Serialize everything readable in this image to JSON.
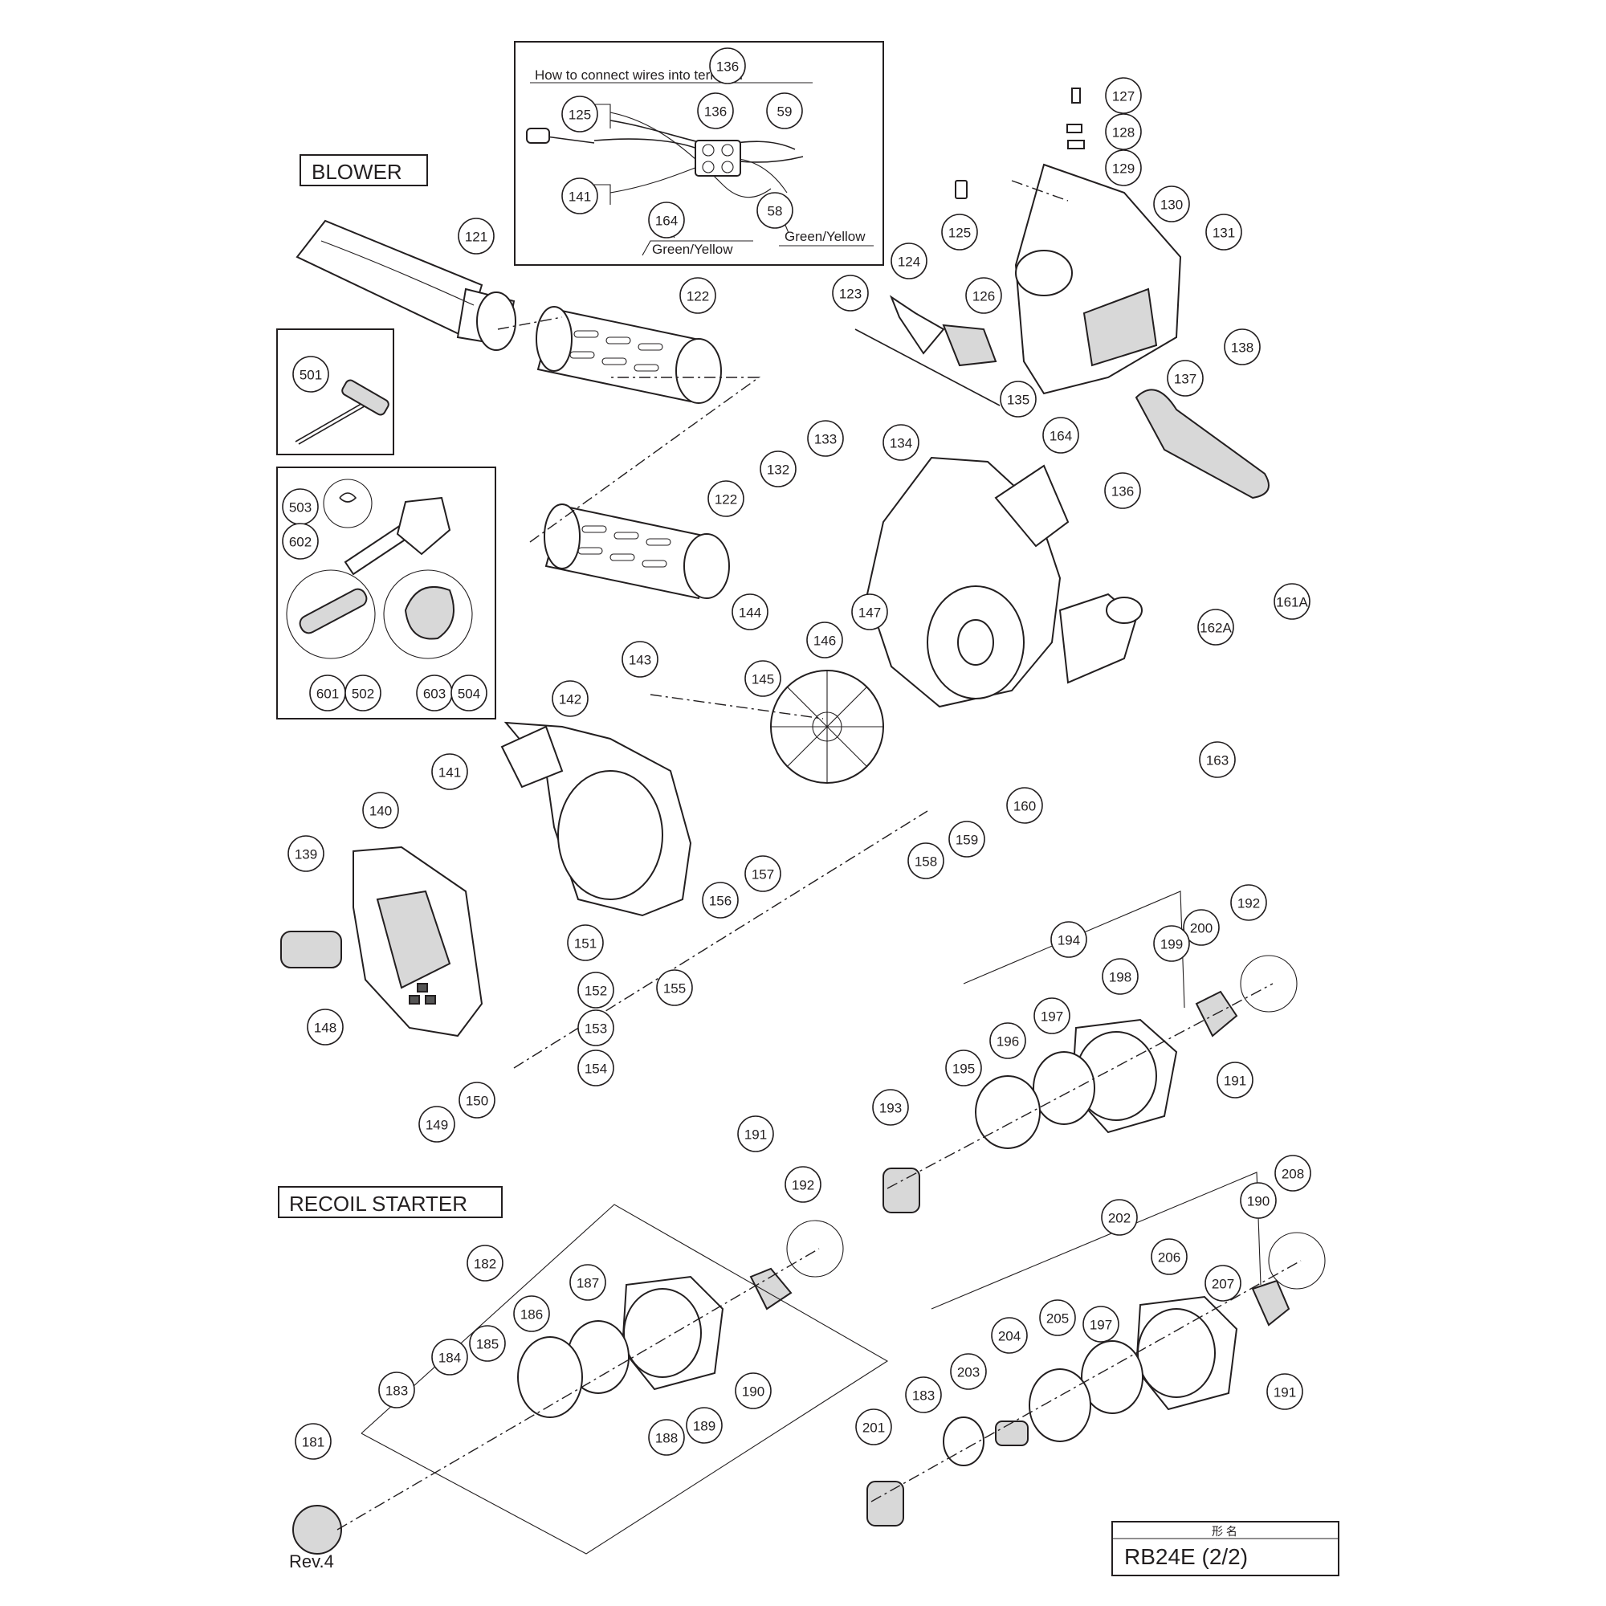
{
  "sections": {
    "blower": "BLOWER",
    "recoil_starter": "RECOIL STARTER"
  },
  "inset": {
    "title": "How to connect wires into   terminal",
    "wire_colors": [
      "Green/Yellow",
      "Green/Yellow"
    ]
  },
  "title_block": {
    "header": "形    名",
    "model": "RB24E (2/2)"
  },
  "revision": "Rev.4",
  "callouts": [
    "136",
    "125",
    "136",
    "59",
    "141",
    "164",
    "58",
    "127",
    "128",
    "129",
    "130",
    "125",
    "131",
    "121",
    "122",
    "123",
    "124",
    "126",
    "138",
    "137",
    "135",
    "164",
    "136",
    "133",
    "134",
    "132",
    "122",
    "161A",
    "162A",
    "144",
    "147",
    "146",
    "145",
    "143",
    "142",
    "163",
    "160",
    "501",
    "503",
    "602",
    "601",
    "502",
    "603",
    "504",
    "141",
    "140",
    "139",
    "157",
    "156",
    "158",
    "159",
    "148",
    "151",
    "152",
    "155",
    "153",
    "154",
    "150",
    "149",
    "192",
    "194",
    "200",
    "199",
    "198",
    "197",
    "196",
    "195",
    "191",
    "193",
    "191",
    "192",
    "182",
    "187",
    "186",
    "185",
    "184",
    "183",
    "181",
    "188",
    "189",
    "190",
    "208",
    "202",
    "206",
    "207",
    "190",
    "197",
    "205",
    "204",
    "203",
    "183",
    "201",
    "191"
  ]
}
